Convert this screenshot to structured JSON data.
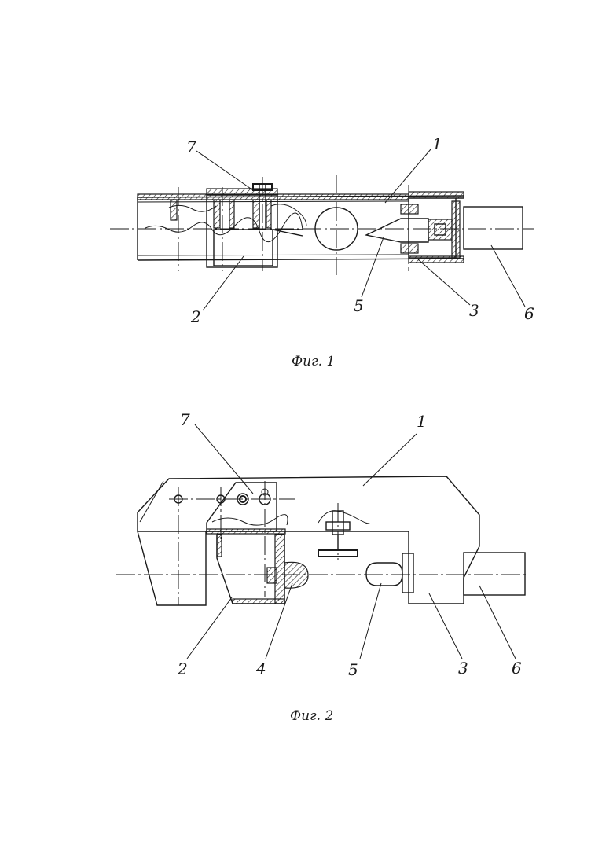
{
  "figure1": {
    "caption": "Фиг. 1",
    "labels": {
      "l1": "1",
      "l2": "2",
      "l3": "3",
      "l5": "5",
      "l6": "6",
      "l7": "7"
    }
  },
  "figure2": {
    "caption": "Фиг. 2",
    "labels": {
      "l1": "1",
      "l2": "2",
      "l3": "3",
      "l4": "4",
      "l5": "5",
      "l6": "6",
      "l7": "7"
    }
  }
}
